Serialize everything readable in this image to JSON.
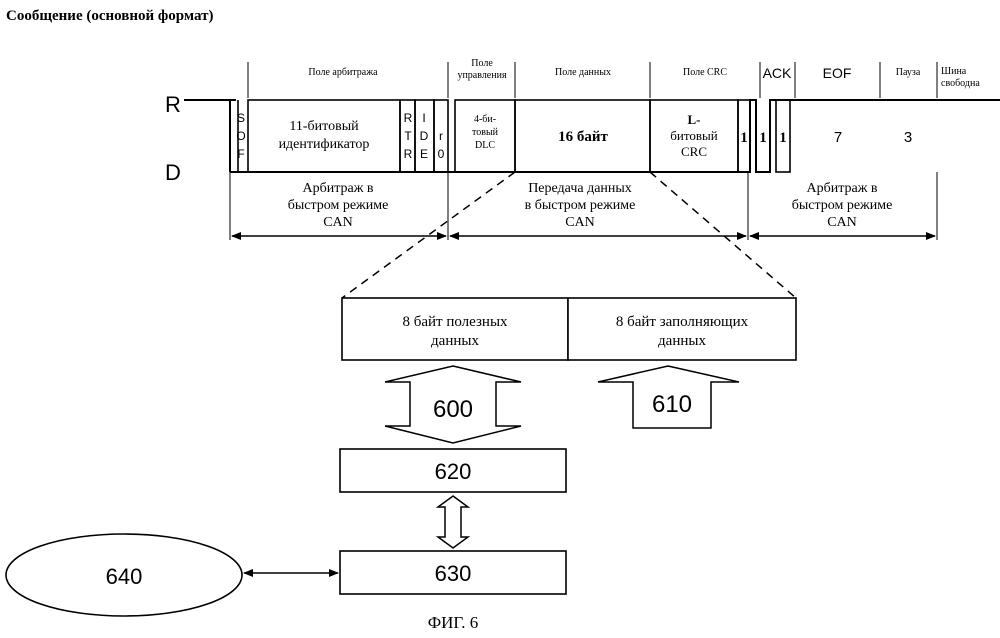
{
  "title": "Сообщение (основной формат)",
  "signal_levels": {
    "recessive": "R",
    "dominant": "D"
  },
  "field_headers": {
    "arbitration": "Поле арбитража",
    "control_line1": "Поле",
    "control_line2": "управления",
    "data": "Поле данных",
    "crc": "Поле CRC",
    "ack": "ACK",
    "eof": "EOF",
    "pause": "Пауза",
    "bus_free_line1": "Шина",
    "bus_free_line2": "свободна"
  },
  "frame_fields": {
    "sof": [
      "S",
      "O",
      "F"
    ],
    "identifier_line1": "11-битовый",
    "identifier_line2": "идентификатор",
    "rtr": [
      "R",
      "T",
      "R"
    ],
    "ide": [
      "I",
      "D",
      "E"
    ],
    "r0": [
      "r",
      "0"
    ],
    "dlc_line1": "4-би-",
    "dlc_line2": "товый",
    "dlc_line3": "DLC",
    "data_bytes": "16 байт",
    "crc_line1": "L-",
    "crc_line2": "битовый",
    "crc_line3": "CRC",
    "crc_delim": "1",
    "ack_slot": "1",
    "ack_delim": "1",
    "eof_bits": "7",
    "pause_bits": "3"
  },
  "phases": {
    "arbitration_left": [
      "Арбитраж в",
      "быстром режиме",
      "CAN"
    ],
    "data_transfer": [
      "Передача данных",
      "в быстром режиме",
      "CAN"
    ],
    "arbitration_right": [
      "Арбитраж в",
      "быстром режиме",
      "CAN"
    ]
  },
  "payload": {
    "useful_line1": "8 байт полезных",
    "useful_line2": "данных",
    "padding_line1": "8 байт заполняющих",
    "padding_line2": "данных"
  },
  "refs": {
    "arrow_600": "600",
    "arrow_610": "610",
    "block_620": "620",
    "block_630": "630",
    "ellipse_640": "640"
  },
  "caption": "ФИГ. 6"
}
